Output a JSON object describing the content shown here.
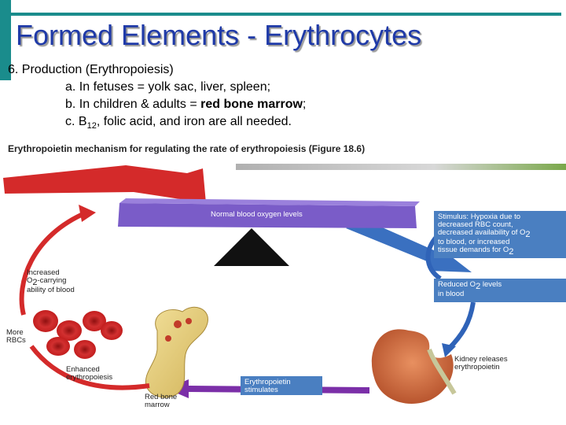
{
  "slide": {
    "title": "Formed Elements - Erythrocytes",
    "intro_line": "6.  Production (Erythropoiesis)",
    "items": [
      {
        "marker": "a.",
        "text": "In fetuses = yolk sac, liver, spleen;"
      },
      {
        "marker": "b.",
        "text_before": "In children & adults  = ",
        "bold": "red bone marrow",
        "text_after": ";"
      },
      {
        "marker": "c.",
        "text_before": "B",
        "sub": "12",
        "text_after": ", folic acid, and iron are all needed."
      }
    ]
  },
  "figure": {
    "header": "Erythropoietin mechanism for regulating the rate of erythropoiesis (Figure 18.6)",
    "labels": {
      "normal_levels": "Normal blood oxygen levels",
      "stimulus_1": "Stimulus: Hypoxia due to",
      "stimulus_2": "decreased RBC count,",
      "stimulus_3": "decreased availability of O",
      "stimulus_4": "to blood, or increased",
      "stimulus_5": "tissue demands for O",
      "reduced_1": "Reduced O",
      "reduced_2": "levels",
      "reduced_3": "in blood",
      "kidney_1": "Kidney releases",
      "kidney_2": "erythropoietin",
      "epo_1": "Erythropoietin",
      "epo_2": "stimulates",
      "marrow_1": "Red bone",
      "marrow_2": "marrow",
      "enhanced_1": "Enhanced",
      "enhanced_2": "erythropoiesis",
      "more_1": "More",
      "more_2": "RBCs",
      "increased_1": "Increased",
      "increased_2": "O",
      "increased_3": "-carrying",
      "increased_4": "ability of blood",
      "sub_2": "2"
    }
  },
  "colors": {
    "title": "#1f3aa8",
    "accent": "#1a8c8c",
    "arrow_blue": "#2f63b8",
    "arrow_red": "#d42a2a",
    "arrow_purple": "#7b2fa8",
    "beam": "#7a5cc8",
    "box_blue": "#4a7fc1",
    "kidney": "#c8663a",
    "bone": "#e8d07a",
    "rbc": "#cc1f1f"
  }
}
